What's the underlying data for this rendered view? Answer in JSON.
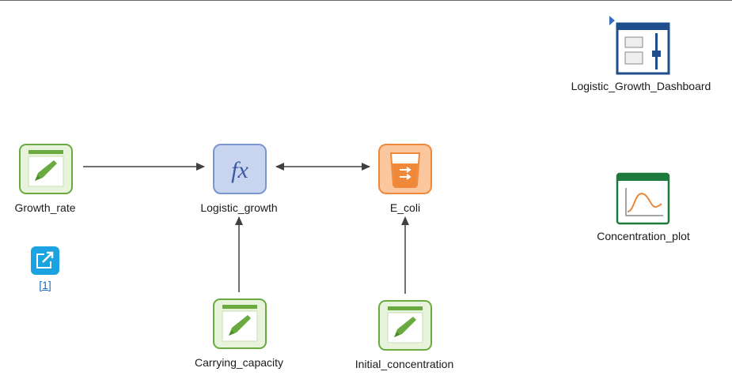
{
  "nodes": {
    "growth_rate": {
      "label": "Growth_rate",
      "icon": "pencil-variable-icon"
    },
    "logistic_growth": {
      "label": "Logistic_growth",
      "icon": "function-fx-icon",
      "glyph": "fx"
    },
    "e_coli": {
      "label": "E_coli",
      "icon": "beaker-icon"
    },
    "carrying_capacity": {
      "label": "Carrying_capacity",
      "icon": "pencil-variable-icon"
    },
    "initial_concentration": {
      "label": "Initial_concentration",
      "icon": "pencil-variable-icon"
    },
    "dashboard": {
      "label": "Logistic_Growth_Dashboard",
      "icon": "dashboard-icon"
    },
    "concentration_plot": {
      "label": "Concentration_plot",
      "icon": "plot-icon"
    },
    "external_link": {
      "label": "[1]",
      "icon": "external-link-icon"
    }
  },
  "colors": {
    "variable_green": "#6aaa3e",
    "variable_fill": "#e8f3dc",
    "function_blue": "#7b96cf",
    "function_fill": "#c9d5ef",
    "stock_orange": "#f0883a",
    "stock_fill": "#fbc79e",
    "dashboard_navy": "#1f4e8c",
    "plot_green": "#1e7a3c",
    "plot_curve": "#e8883a",
    "link_blue": "#1aa3e0",
    "arrow": "#404040"
  }
}
